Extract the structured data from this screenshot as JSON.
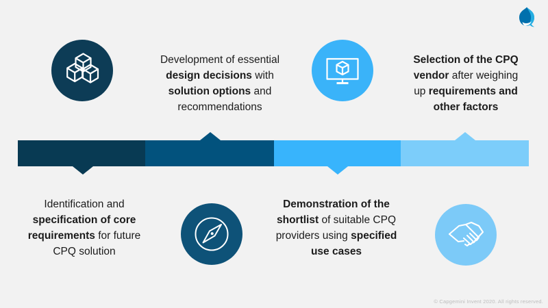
{
  "background_color": "#F2F2F2",
  "text_color": "#1B1B1B",
  "logo": {
    "name": "Capgemini spade logo",
    "primary_color": "#0070AD",
    "accent_color": "#25AEE2"
  },
  "phases": [
    {
      "icon": "cubes-icon",
      "icon_position": "top",
      "text_position": "bottom",
      "arrow_direction": "down",
      "segment_color": "#083A53",
      "circle_color": "#0D3C56",
      "lines": [
        [
          {
            "t": "Identification and",
            "b": false
          }
        ],
        [
          {
            "t": "specification of core",
            "b": true
          }
        ],
        [
          {
            "t": "requirements",
            "b": true
          },
          {
            "t": " for future",
            "b": false
          }
        ],
        [
          {
            "t": "CPQ solution",
            "b": false
          }
        ]
      ]
    },
    {
      "icon": "compass-icon",
      "icon_position": "bottom",
      "text_position": "top",
      "arrow_direction": "up",
      "segment_color": "#02527D",
      "circle_color": "#0E5278",
      "lines": [
        [
          {
            "t": "Development of essential",
            "b": false
          }
        ],
        [
          {
            "t": "design decisions",
            "b": true
          },
          {
            "t": " with",
            "b": false
          }
        ],
        [
          {
            "t": "solution options",
            "b": true
          },
          {
            "t": " and",
            "b": false
          }
        ],
        [
          {
            "t": "recommendations",
            "b": false
          }
        ]
      ]
    },
    {
      "icon": "monitor-cube-icon",
      "icon_position": "top",
      "text_position": "bottom",
      "arrow_direction": "down",
      "segment_color": "#38B4FC",
      "circle_color": "#3AB3F9",
      "lines": [
        [
          {
            "t": "Demonstration of the",
            "b": true
          }
        ],
        [
          {
            "t": "shortlist",
            "b": true
          },
          {
            "t": " of suitable CPQ",
            "b": false
          }
        ],
        [
          {
            "t": "providers using ",
            "b": false
          },
          {
            "t": "specified",
            "b": true
          }
        ],
        [
          {
            "t": "use cases",
            "b": true
          }
        ]
      ]
    },
    {
      "icon": "handshake-icon",
      "icon_position": "bottom",
      "text_position": "top",
      "arrow_direction": "up",
      "segment_color": "#7CCDFA",
      "circle_color": "#7CCAF8",
      "lines": [
        [
          {
            "t": "Selection of the CPQ",
            "b": true
          }
        ],
        [
          {
            "t": "vendor",
            "b": true
          },
          {
            "t": " after weighing",
            "b": false
          }
        ],
        [
          {
            "t": "up ",
            "b": false
          },
          {
            "t": "requirements and",
            "b": true
          }
        ],
        [
          {
            "t": "other factors",
            "b": true
          }
        ]
      ]
    }
  ],
  "footer": {
    "copyright": "© Capgemini Invent 2020. All rights reserved."
  }
}
